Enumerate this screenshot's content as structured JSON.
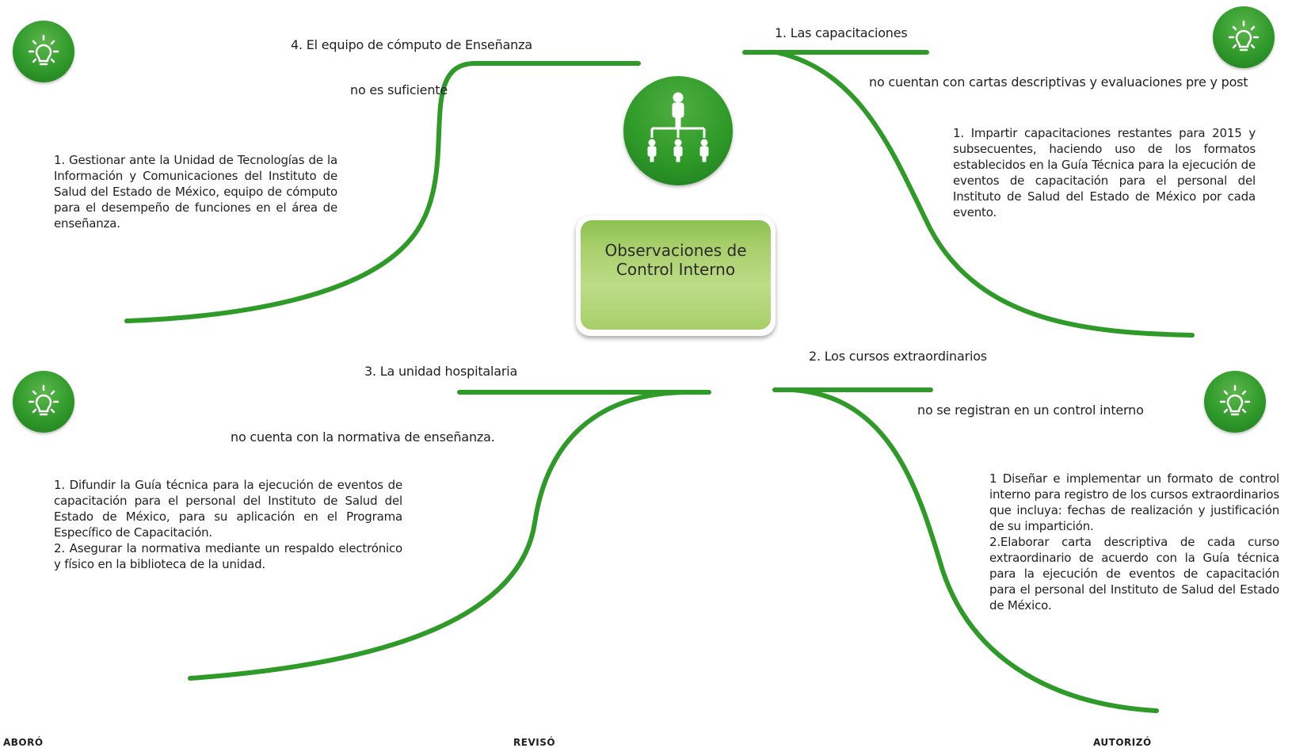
{
  "center": {
    "title_line1": "Observaciones de",
    "title_line2": "Control Interno"
  },
  "colors": {
    "accent": "#2e9a28",
    "box": "#a9cf6c",
    "text": "#1f1f1f"
  },
  "branches": [
    {
      "heading": "4. El equipo de cómputo de Enseñanza",
      "finding": "no es suficiente",
      "actions": [
        "1.  Gestionar ante la Unidad de Tecnologías de la Información y Comunicaciones del Instituto de Salud del Estado de México, equipo de cómputo para el desempeño de funciones en el área de enseñanza."
      ]
    },
    {
      "heading": "1. Las capacitaciones",
      "finding": "no cuentan con cartas descriptivas y evaluaciones pre y post",
      "actions": [
        "1. Impartir capacitaciones restantes para 2015 y subsecuentes, haciendo uso de los formatos establecidos en la Guía Técnica para la ejecución de eventos de capacitación para el personal del Instituto de Salud del Estado de México por cada evento."
      ]
    },
    {
      "heading": "3. La unidad hospitalaria",
      "finding": "no cuenta con la normativa de enseñanza.",
      "actions": [
        "1. Difundir la Guía técnica para la ejecución de eventos de capacitación para el personal del Instituto de Salud del Estado de México, para su aplicación en el Programa Específico de Capacitación.",
        "2. Asegurar la normativa mediante un respaldo electrónico y físico en la biblioteca de la unidad."
      ]
    },
    {
      "heading": "2. Los cursos extraordinarios",
      "finding": "no se registran en un control interno",
      "actions": [
        "1 Diseñar e implementar un formato de control interno para registro de los cursos extraordinarios que incluya: fechas de realización y justificación de su impartición.",
        "2.Elaborar carta descriptiva de cada curso extraordinario de acuerdo con la Guía técnica para la ejecución de eventos de capacitación para el personal del Instituto de Salud del Estado de México."
      ]
    }
  ],
  "icons": {
    "branch_icon": "lightbulb-icon",
    "hub_icon": "org-chart-icon"
  },
  "footer": {
    "elaboro": "ABORÓ",
    "reviso": "REVISÓ",
    "autorizo": "AUTORIZÓ"
  }
}
